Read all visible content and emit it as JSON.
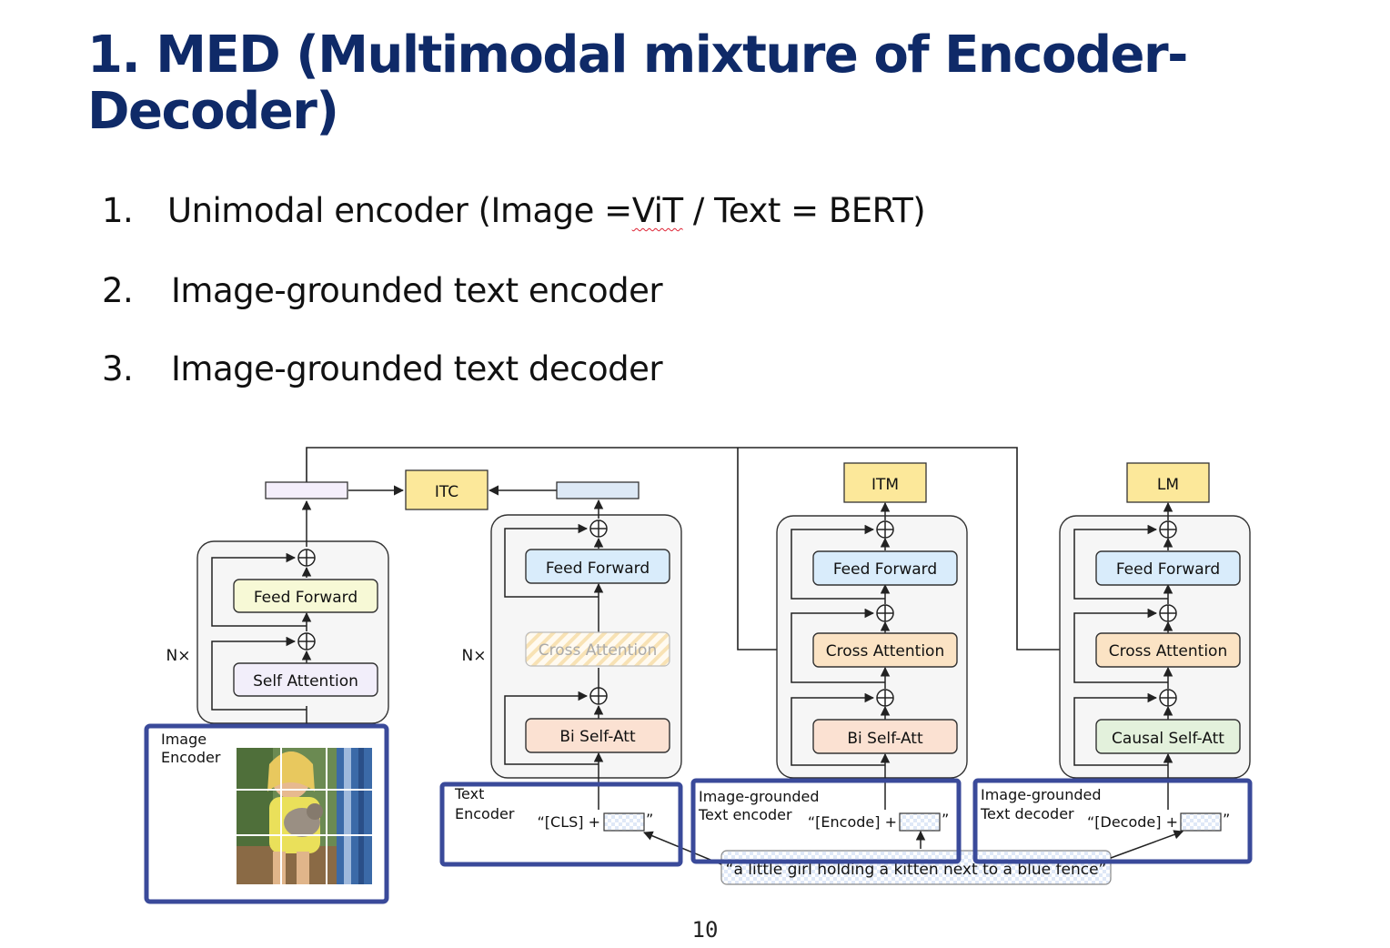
{
  "slide": {
    "title": "1. MED (Multimodal mixture of Encoder-Decoder)",
    "bullets": [
      {
        "num": "1.",
        "pre": "Unimodal encoder (Image =",
        "mark": "ViT",
        "post": " / Text = BERT)"
      },
      {
        "num": "2.",
        "pre": "Image-grounded text encoder",
        "mark": "",
        "post": ""
      },
      {
        "num": "3.",
        "pre": "Image-grounded text decoder",
        "mark": "",
        "post": ""
      }
    ],
    "page_number": "10"
  },
  "diagram": {
    "heads": {
      "itc": "ITC",
      "itm": "ITM",
      "lm": "LM"
    },
    "repeat_label": "N×",
    "image_encoder": {
      "label_line1": "Image",
      "label_line2": "Encoder",
      "blocks": [
        "Feed Forward",
        "Self Attention"
      ]
    },
    "text_encoder": {
      "label_line1": "Text",
      "label_line2": "Encoder",
      "blocks": [
        "Feed Forward",
        "Cross Attention",
        "Bi Self-Att"
      ],
      "token_prefix": "“[CLS] +",
      "token_suffix": "”"
    },
    "grounded_encoder": {
      "label_line1": "Image-grounded",
      "label_line2": "Text encoder",
      "blocks": [
        "Feed Forward",
        "Cross Attention",
        "Bi Self-Att"
      ],
      "token_prefix": "“[Encode] +",
      "token_suffix": "”"
    },
    "grounded_decoder": {
      "label_line1": "Image-grounded",
      "label_line2": "Text decoder",
      "blocks": [
        "Feed Forward",
        "Cross Attention",
        "Causal Self-Att"
      ],
      "token_prefix": "“[Decode] +",
      "token_suffix": "”"
    },
    "caption": "“a little girl holding a kitten next to a blue fence”",
    "colors": {
      "title": "#0f2a68",
      "frame_blue": "#3a4a9a",
      "feed_forward_yellow": "#f7f9d6",
      "feed_forward_blue": "#d9ecfb",
      "self_attention": "#f2eefa",
      "cross_attention": "#fbe3c4",
      "bi_self_att": "#fbe1d2",
      "causal_self_att": "#e3f1dc",
      "head_box": "#fce89a"
    }
  }
}
